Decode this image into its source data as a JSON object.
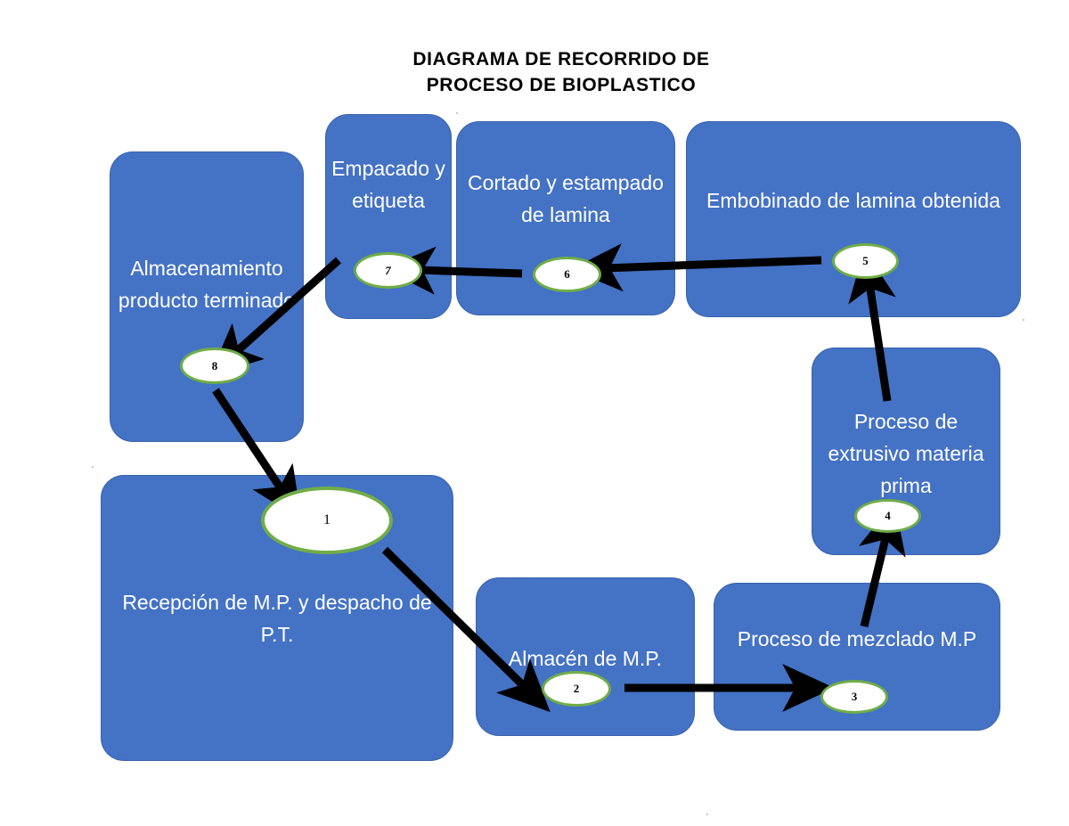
{
  "title": {
    "line1": "DIAGRAMA DE RECORRIDO DE",
    "line2": "PROCESO DE BIOPLASTICO",
    "full": "DIAGRAMA DE RECORRIDO DE\nPROCESO DE BIOPLASTICO"
  },
  "colors": {
    "box_fill": "#4472C4",
    "box_stroke": "#3a63ab",
    "ellipse_fill": "#FFFFFF",
    "ellipse_stroke": "#70AD47",
    "arrow": "#000000",
    "label_text": "#FFFFFF",
    "title_text": "#000000",
    "background": "#FFFFFF"
  },
  "steps": [
    {
      "number": "1",
      "label": "Recepción de M.P. y despacho de P.T.",
      "name": "recepcion-mp-despacho-pt"
    },
    {
      "number": "2",
      "label": "Almacén de M.P.",
      "name": "almacen-mp"
    },
    {
      "number": "3",
      "label": "Proceso de mezclado M.P",
      "name": "proceso-mezclado-mp"
    },
    {
      "number": "4",
      "label": "Proceso de extrusivo materia prima",
      "name": "proceso-extrusivo-materia-prima"
    },
    {
      "number": "5",
      "label": "Embobinado de lamina obtenida",
      "name": "embobinado-lamina-obtenida"
    },
    {
      "number": "6",
      "label": "Cortado y estampado de lamina",
      "name": "cortado-estampado-lamina"
    },
    {
      "number": "7",
      "label": "Empacado y etiqueta",
      "name": "empacado-etiqueta"
    },
    {
      "number": "8",
      "label": "Almacenamiento producto terminado",
      "name": "almacenamiento-producto-terminado"
    }
  ],
  "flow": [
    {
      "from": "1",
      "to": "2",
      "name": "arrow-1-to-2"
    },
    {
      "from": "2",
      "to": "3",
      "name": "arrow-2-to-3"
    },
    {
      "from": "3",
      "to": "4",
      "name": "arrow-3-to-4"
    },
    {
      "from": "4",
      "to": "5",
      "name": "arrow-4-to-5"
    },
    {
      "from": "5",
      "to": "6",
      "name": "arrow-5-to-6"
    },
    {
      "from": "6",
      "to": "7",
      "name": "arrow-6-to-7"
    },
    {
      "from": "7",
      "to": "8",
      "name": "arrow-7-to-8"
    },
    {
      "from": "8",
      "to": "1",
      "name": "arrow-8-to-1"
    }
  ]
}
